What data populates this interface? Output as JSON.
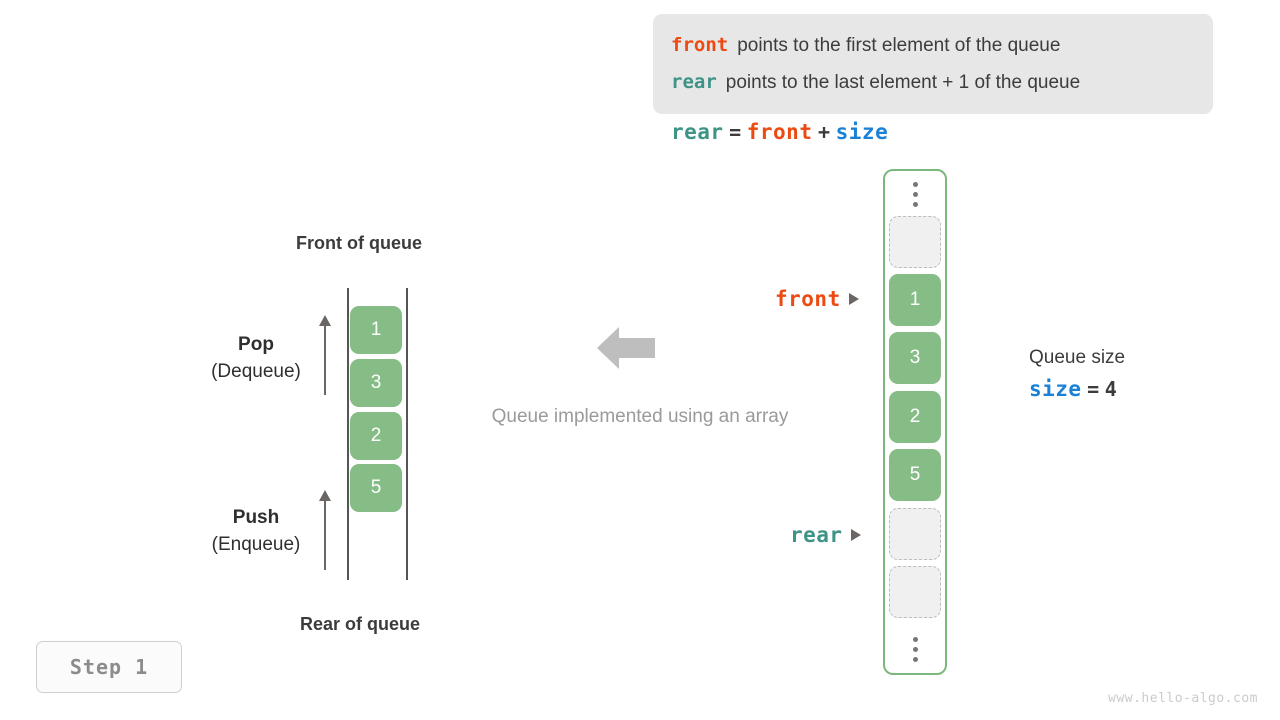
{
  "info_box": {
    "lines": [
      {
        "keyword": "front",
        "keyword_color": "#ed4a11",
        "text": "points to the first element of the queue"
      },
      {
        "keyword": "rear",
        "keyword_color": "#3d9486",
        "text": "points to the last element + 1 of the queue"
      }
    ]
  },
  "formula": {
    "lhs": "rear",
    "equals": "=",
    "rhs_1": "front",
    "plus": "+",
    "rhs_2": "size"
  },
  "left_queue": {
    "top_label": "Front of queue",
    "bottom_label": "Rear of queue",
    "pop": {
      "title": "Pop",
      "subtitle": "(Dequeue)"
    },
    "push": {
      "title": "Push",
      "subtitle": "(Enqueue)"
    },
    "cells": [
      "1",
      "3",
      "2",
      "5"
    ]
  },
  "middle": {
    "caption": "Queue implemented using an array",
    "arrow_direction": "left",
    "arrow_color": "#bebebe"
  },
  "array": {
    "top_ellipsis": "⋮",
    "bottom_ellipsis": "⋮",
    "slots": [
      {
        "value": "",
        "state": "empty"
      },
      {
        "value": "1",
        "state": "filled"
      },
      {
        "value": "3",
        "state": "filled"
      },
      {
        "value": "2",
        "state": "filled"
      },
      {
        "value": "5",
        "state": "filled"
      },
      {
        "value": "",
        "state": "empty"
      },
      {
        "value": "",
        "state": "empty"
      }
    ],
    "pointers": {
      "front": "front",
      "rear": "rear"
    }
  },
  "size_info": {
    "title": "Queue size",
    "name": "size",
    "equals": "=",
    "value": "4"
  },
  "step_badge": "Step 1",
  "watermark": "www.hello-algo.com",
  "colors": {
    "front": "#ed4a11",
    "rear": "#3d9486",
    "size": "#1a81d7",
    "cell_green": "#86bd86",
    "array_border": "#7cb87c",
    "panel_bg": "#e7e7e7",
    "muted_text": "#9a9a9a"
  }
}
